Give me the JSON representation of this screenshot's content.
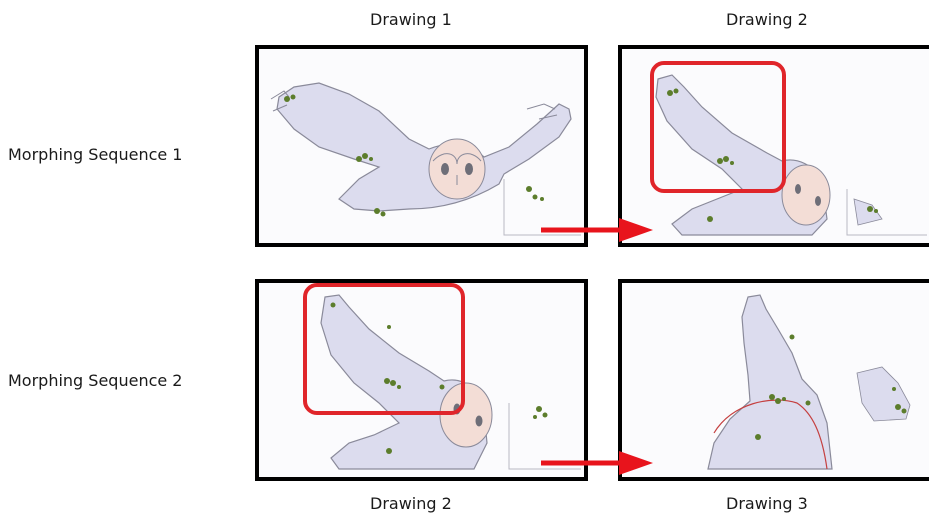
{
  "columns": {
    "top": [
      "Drawing 1",
      "Drawing 2"
    ],
    "bottom": [
      "Drawing 2",
      "Drawing 3"
    ]
  },
  "rows": [
    "Morphing Sequence 1",
    "Morphing Sequence 2"
  ],
  "colors": {
    "frame_border": "#000000",
    "highlight": "#e0252a",
    "arrow": "#e8141c",
    "owl_fill": "#dcdcee",
    "owl_stroke": "#8a8a9a",
    "face_fill": "#f3ddd6",
    "pegs": "#5c7d2c"
  },
  "frames": [
    {
      "name": "seq1-drawing1",
      "highlight": false
    },
    {
      "name": "seq1-drawing2",
      "highlight": true
    },
    {
      "name": "seq2-drawing2",
      "highlight": true
    },
    {
      "name": "seq2-drawing3",
      "highlight": false
    }
  ]
}
